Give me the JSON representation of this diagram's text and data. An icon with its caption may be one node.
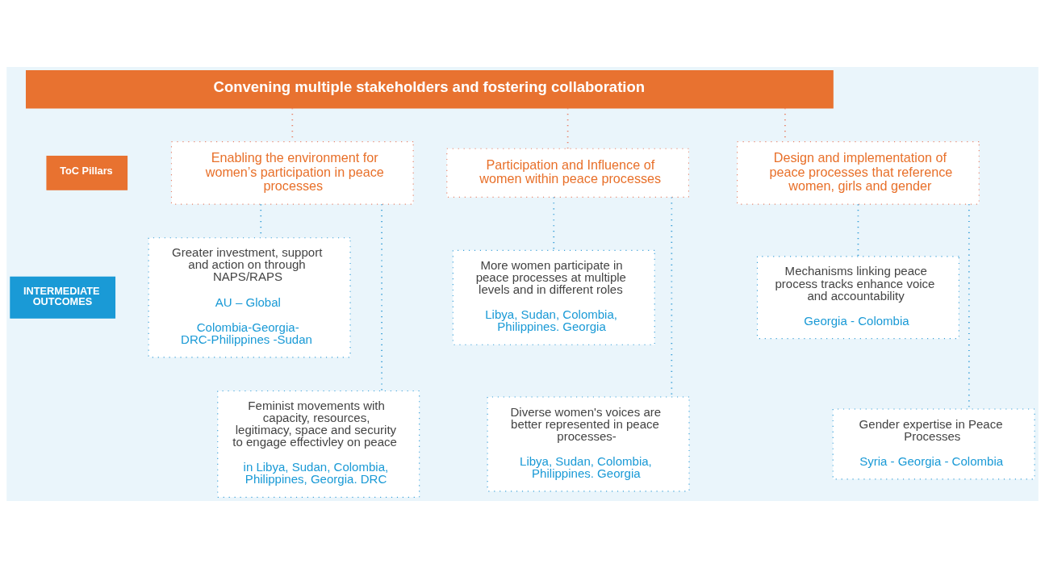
{
  "diagram": {
    "nodes": [
      {
        "text": [
          "Convening multiple stakeholders and fostering collaboration"
        ]
      },
      {
        "text": [
          "ToC Pillars"
        ]
      },
      {
        "text": [
          "INTERMEDIATE OUTCOMES"
        ]
      },
      {
        "text": [
          "Enabling the environment for women’s participation in peace processes"
        ]
      },
      {
        "text": [
          "Participation and Influence of women within peace processes"
        ]
      },
      {
        "text": [
          "Design and implementation of peace processes that reference women, girls and gender"
        ]
      },
      {
        "text": [
          "Greater investment, support and action on through NAPS/RAPS",
          "AU – Global",
          "Colombia-Georgia- DRC-Philippines -Sudan"
        ]
      },
      {
        "text": [
          "Feminist movements with capacity, resources, legitimacy, space and security to engage effectivley on peace",
          "in Libya, Sudan, Colombia, Philippines, Georgia. DRC"
        ]
      },
      {
        "text": [
          "More women participate in peace processes at multiple levels and in different roles",
          "Libya, Sudan, Colombia, Philippines. Georgia"
        ]
      },
      {
        "text": [
          "Diverse women's voices are better represented in peace processes-",
          "Libya, Sudan, Colombia, Philippines. Georgia"
        ]
      },
      {
        "text": [
          "Mechanisms linking peace process tracks enhance voice and accountability",
          "Georgia - Colombia"
        ]
      },
      {
        "text": [
          "Gender expertise in Peace Processes",
          "Syria - Georgia - Colombia"
        ]
      }
    ],
    "edges": [
      {
        "from": 0,
        "to": 3,
        "arrow": "none",
        "color": "#e8836a"
      },
      {
        "from": 0,
        "to": 4,
        "arrow": "none",
        "color": "#e8836a"
      },
      {
        "from": 0,
        "to": 5,
        "arrow": "none",
        "color": "#e8836a"
      },
      {
        "from": 3,
        "to": 6,
        "arrow": "none"
      },
      {
        "from": 3,
        "to": 7,
        "arrow": "none"
      },
      {
        "from": 4,
        "to": 8,
        "arrow": "none"
      },
      {
        "from": 4,
        "to": 9,
        "arrow": "none"
      },
      {
        "from": 5,
        "to": 10,
        "arrow": "none"
      },
      {
        "from": 5,
        "to": 11,
        "arrow": "none"
      }
    ]
  }
}
